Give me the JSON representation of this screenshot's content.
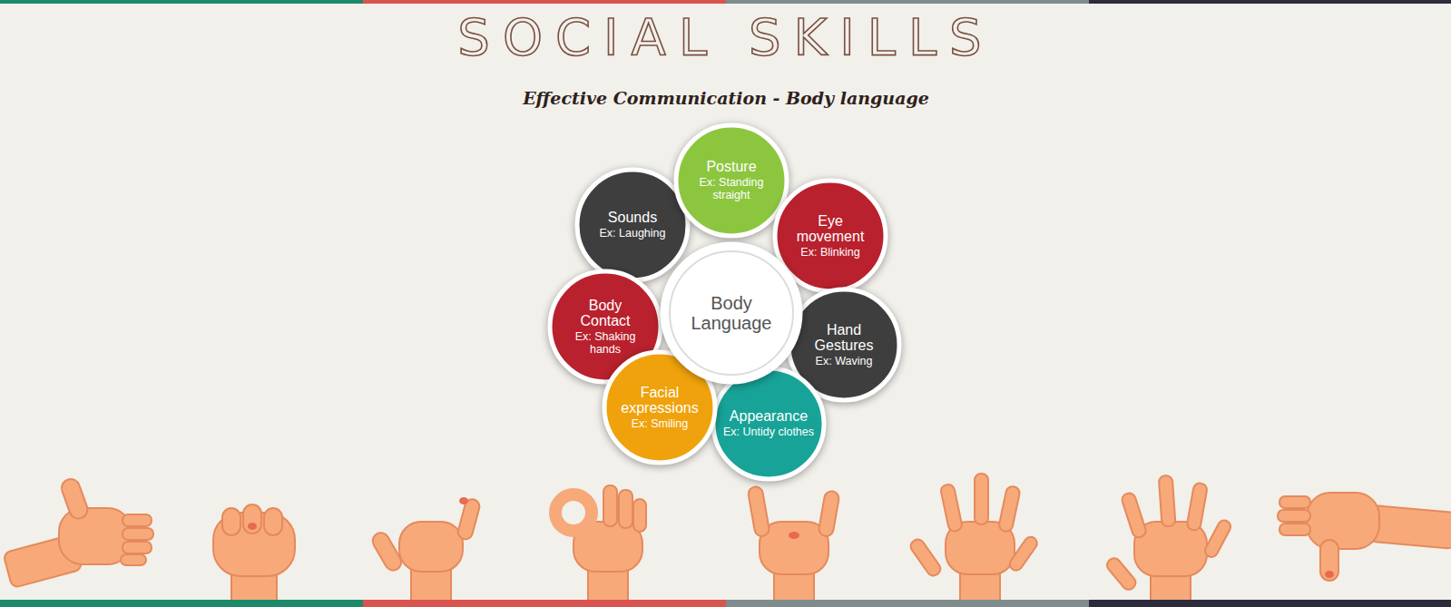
{
  "diagram": {
    "title": "SOCIAL SKILLS",
    "nodes": [
      {
        "text": [
          "Body Language"
        ]
      },
      {
        "text": [
          "Posture",
          "Ex: Standing straight"
        ]
      },
      {
        "text": [
          "Eye movement",
          "Ex: Blinking"
        ]
      },
      {
        "text": [
          "Hand Gestures",
          "Ex: Waving"
        ]
      },
      {
        "text": [
          "Appearance",
          "Ex: Untidy clothes"
        ]
      },
      {
        "text": [
          "Facial expressions",
          "Ex: Smiling"
        ]
      },
      {
        "text": [
          "Body Contact",
          "Ex: Shaking hands"
        ]
      },
      {
        "text": [
          "Sounds",
          "Ex: Laughing"
        ]
      }
    ],
    "labels": [
      "Effective Communication - Body language"
    ]
  }
}
